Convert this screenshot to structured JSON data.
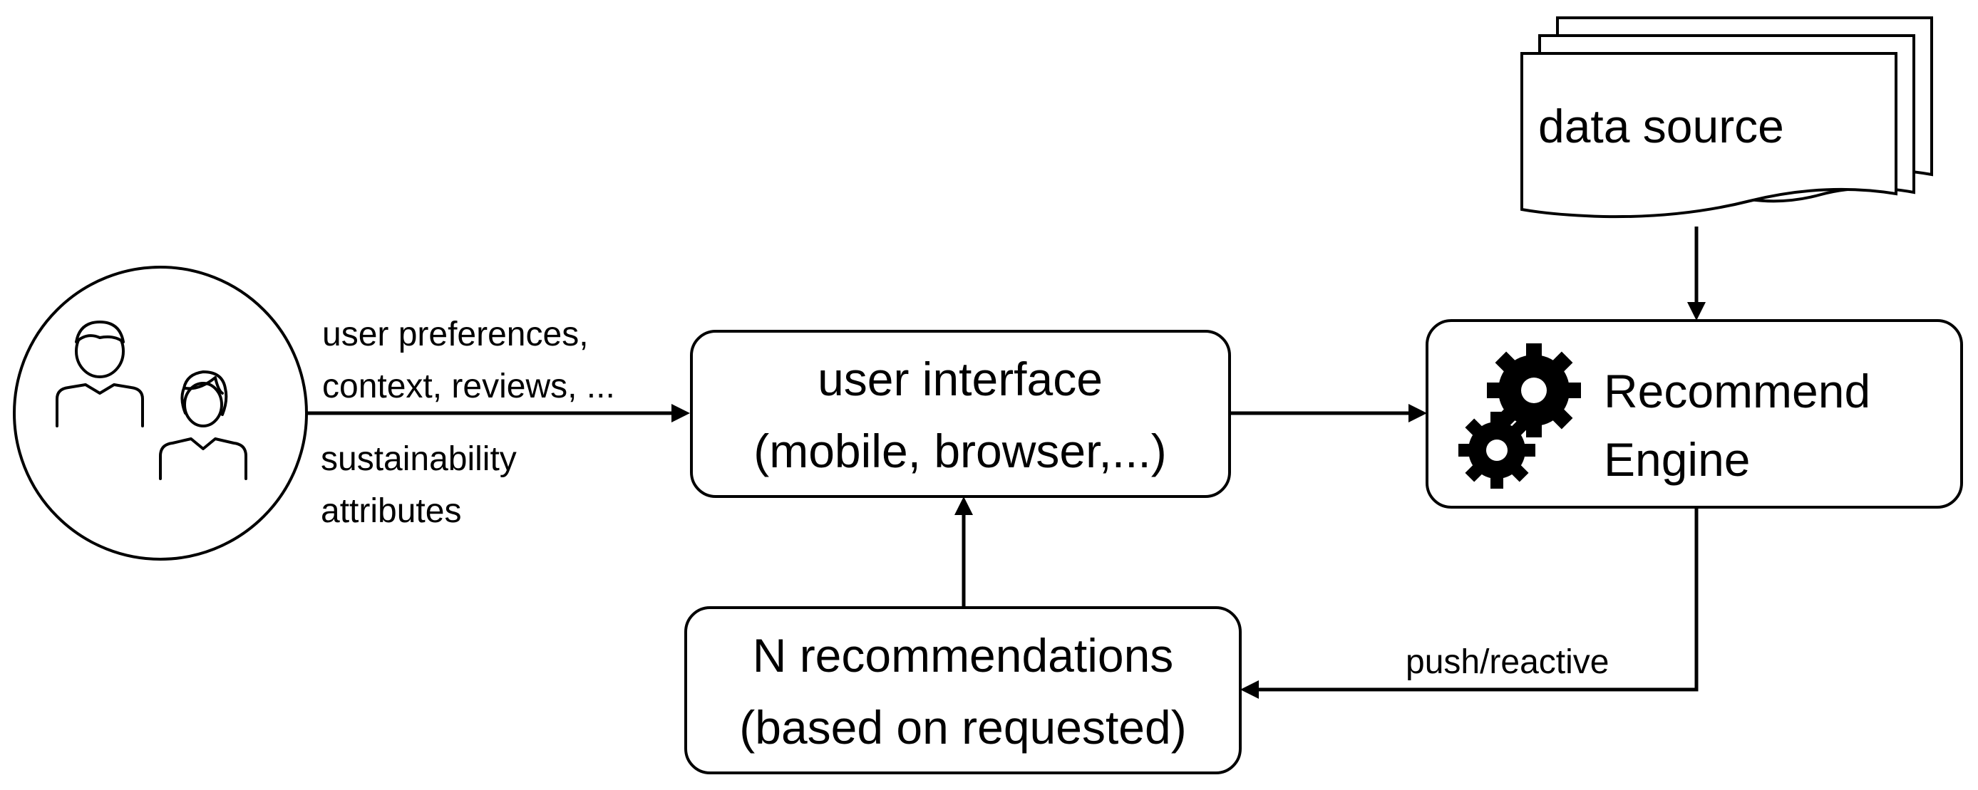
{
  "nodes": {
    "users": {
      "icon": "users-icon"
    },
    "user_interface": {
      "line1": "user interface",
      "line2": "(mobile, browser,...)"
    },
    "recommend_engine": {
      "line1": "Recommend",
      "line2": "Engine",
      "icon": "gears-icon"
    },
    "data_source": {
      "label": "data source",
      "icon": "multiple-documents-icon"
    },
    "n_recommendations": {
      "line1": "N recommendations",
      "line2": "(based on requested)"
    }
  },
  "edges": {
    "users_to_ui": {
      "label_top_1": "user preferences,",
      "label_top_2": "context, reviews, ...",
      "label_bottom_1": "sustainability",
      "label_bottom_2": "attributes"
    },
    "engine_to_recommendations": {
      "label": "push/reactive"
    }
  },
  "colors": {
    "stroke": "#000000",
    "background": "#ffffff"
  }
}
